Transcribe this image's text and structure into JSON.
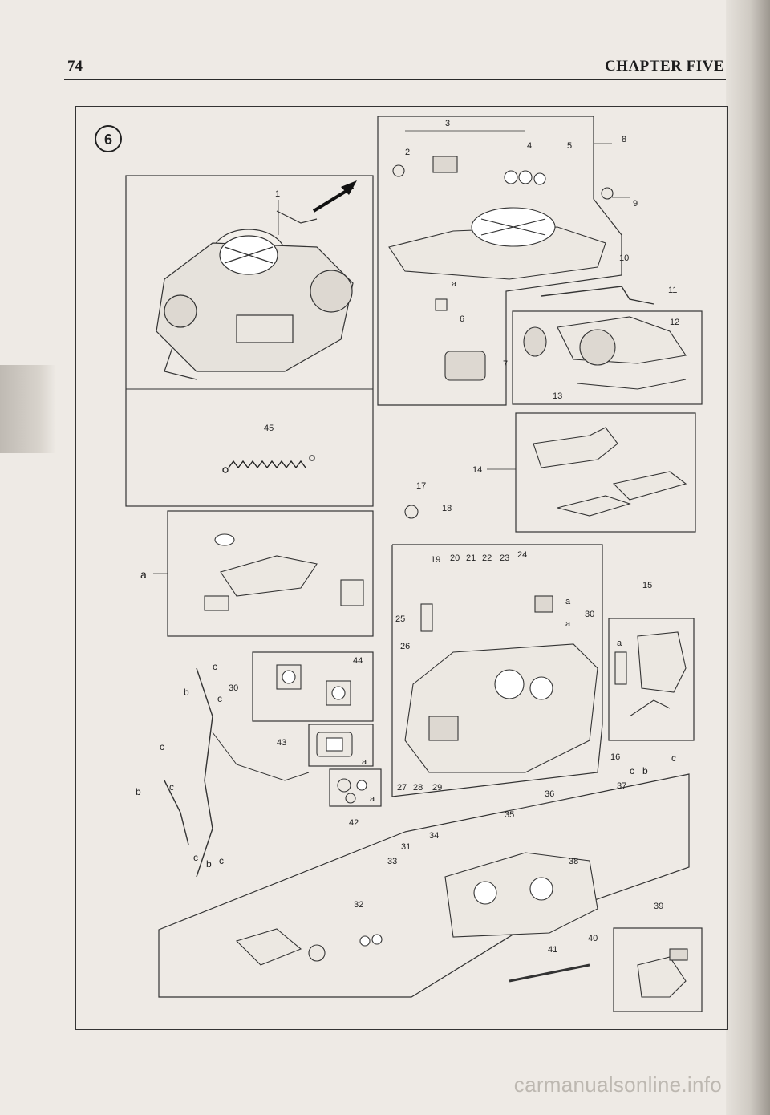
{
  "header": {
    "page_number": "74",
    "chapter_title": "CHAPTER FIVE"
  },
  "figure": {
    "figure_number": "6",
    "callouts": [
      "1",
      "2",
      "3",
      "4",
      "5",
      "6",
      "7",
      "8",
      "9",
      "10",
      "11",
      "12",
      "13",
      "14",
      "15",
      "16",
      "17",
      "18",
      "19",
      "20",
      "21",
      "22",
      "23",
      "24",
      "25",
      "26",
      "27",
      "28",
      "29",
      "30",
      "31",
      "32",
      "33",
      "34",
      "35",
      "36",
      "37",
      "38",
      "39",
      "40",
      "41",
      "42",
      "43",
      "44",
      "45"
    ],
    "letter_labels": {
      "a": "a",
      "b": "b",
      "c": "c"
    }
  },
  "watermark": "carmanualsonline.info"
}
